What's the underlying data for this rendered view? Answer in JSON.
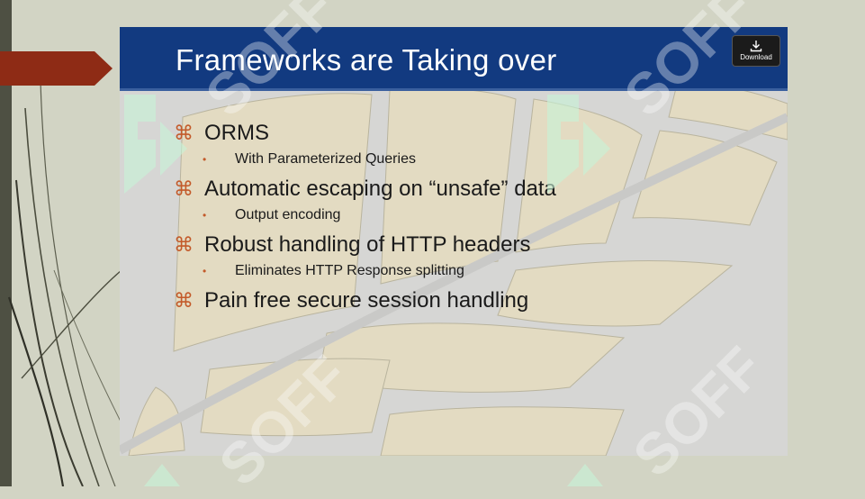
{
  "slide": {
    "title": "Frameworks are Taking over",
    "bullets": [
      {
        "text": "ORMS",
        "sub": "With Parameterized Queries"
      },
      {
        "text": "Automatic escaping on “unsafe” data",
        "sub": "Output encoding"
      },
      {
        "text": "Robust handling of HTTP headers",
        "sub": "Eliminates HTTP Response splitting"
      },
      {
        "text": "Pain free secure session handling",
        "sub": ""
      }
    ],
    "bullet_icon": "command-key-icon",
    "sub_bullet_icon": "dot-icon"
  },
  "download": {
    "label": "Download",
    "icon": "download-icon"
  },
  "watermark": {
    "text": "SOFF"
  },
  "colors": {
    "title_bar": "#123a80",
    "accent_arrow": "#8e2b15",
    "bullet_marker": "#c35a2a",
    "leaf_fill": "#e3dbc2",
    "page_bg": "#d2d4c4"
  }
}
